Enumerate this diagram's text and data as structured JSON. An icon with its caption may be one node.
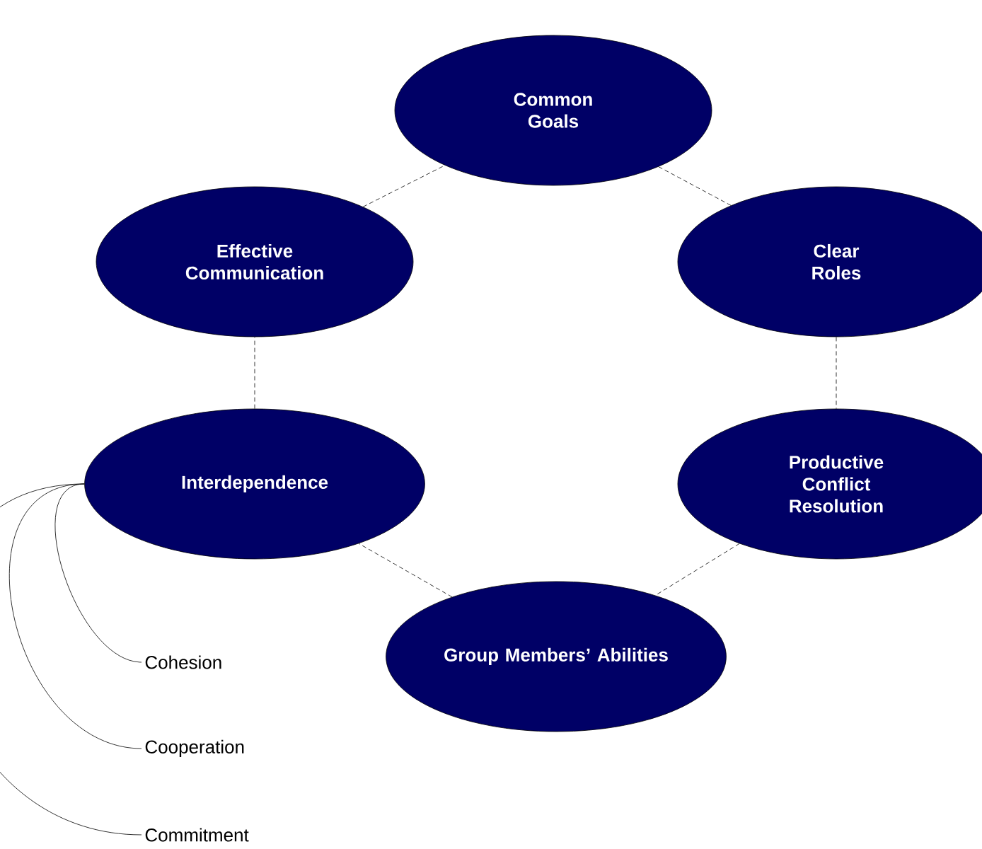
{
  "diagram": {
    "nodes": [
      {
        "text": [
          "Common Goals"
        ]
      },
      {
        "text": [
          "Effective Communication"
        ]
      },
      {
        "text": [
          "Clear Roles"
        ]
      },
      {
        "text": [
          "Interdependence"
        ]
      },
      {
        "text": [
          "Productive Conflict Resolution"
        ]
      },
      {
        "text": [
          "Group Members’ Abilities"
        ]
      },
      {
        "text": [
          "Cohesion"
        ]
      },
      {
        "text": [
          "Cooperation"
        ]
      },
      {
        "text": [
          "Commitment"
        ]
      }
    ],
    "edges": [
      {
        "from": 0,
        "to": 2,
        "arrow": "none",
        "style": "dashed"
      },
      {
        "from": 2,
        "to": 4,
        "arrow": "none",
        "style": "dashed"
      },
      {
        "from": 4,
        "to": 5,
        "arrow": "none",
        "style": "dashed"
      },
      {
        "from": 5,
        "to": 3,
        "arrow": "none",
        "style": "dashed"
      },
      {
        "from": 3,
        "to": 1,
        "arrow": "none",
        "style": "dashed"
      },
      {
        "from": 1,
        "to": 0,
        "arrow": "none",
        "style": "dashed"
      },
      {
        "from": 3,
        "to": 6,
        "arrow": "none"
      },
      {
        "from": 3,
        "to": 7,
        "arrow": "none"
      },
      {
        "from": 3,
        "to": 8,
        "arrow": "none"
      }
    ]
  }
}
